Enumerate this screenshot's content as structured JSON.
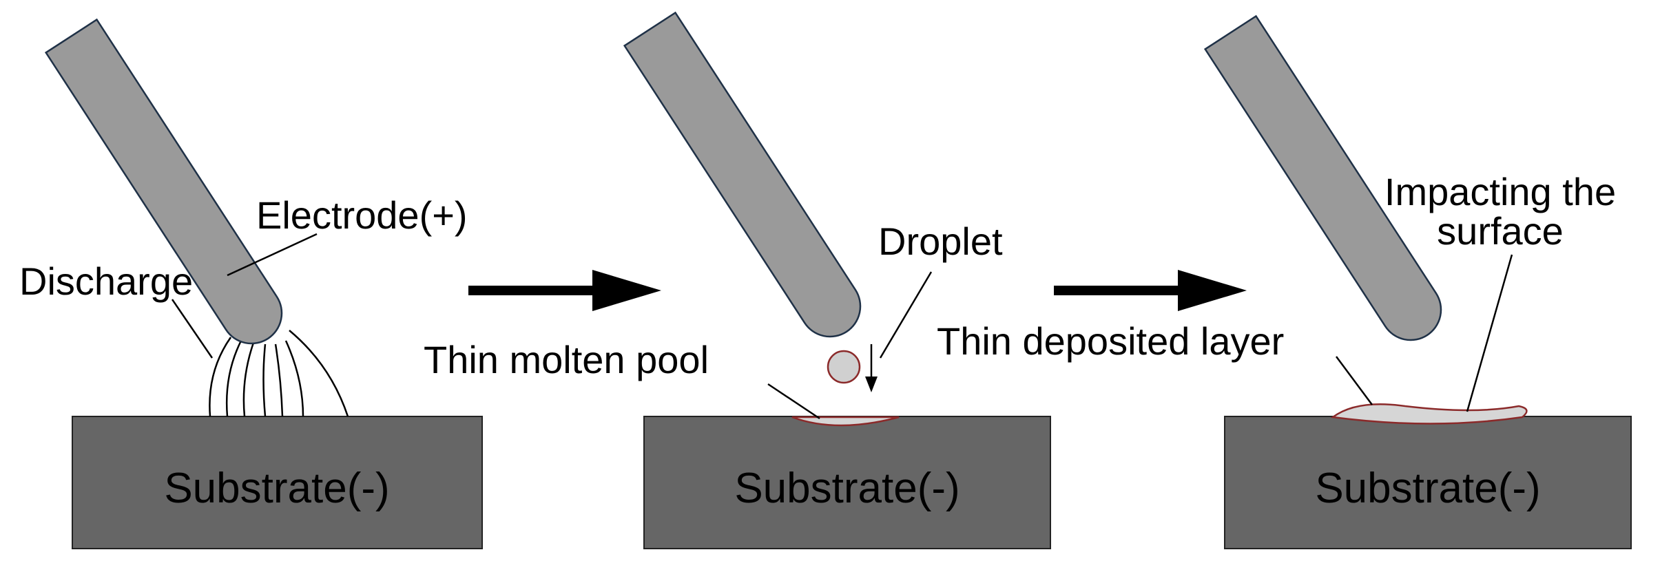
{
  "panels": [
    {
      "electrode_label": "Electrode(+)",
      "discharge_label": "Discharge",
      "substrate_label": "Substrate(-)"
    },
    {
      "droplet_label": "Droplet",
      "pool_label": "Thin molten pool",
      "substrate_label": "Substrate(-)"
    },
    {
      "impact_label_line1": "Impacting the",
      "impact_label_line2": "surface",
      "layer_label": "Thin deposited layer",
      "substrate_label": "Substrate(-)"
    }
  ],
  "colors": {
    "electrode_fill": "#9a9a9a",
    "electrode_stroke": "#1f3147",
    "substrate_fill": "#666666",
    "droplet_fill": "#d0d0d0",
    "droplet_stroke": "#8b2a2a",
    "layer_fill": "#d6d6d6",
    "layer_stroke": "#8b2a2a",
    "arrow": "#000000"
  }
}
